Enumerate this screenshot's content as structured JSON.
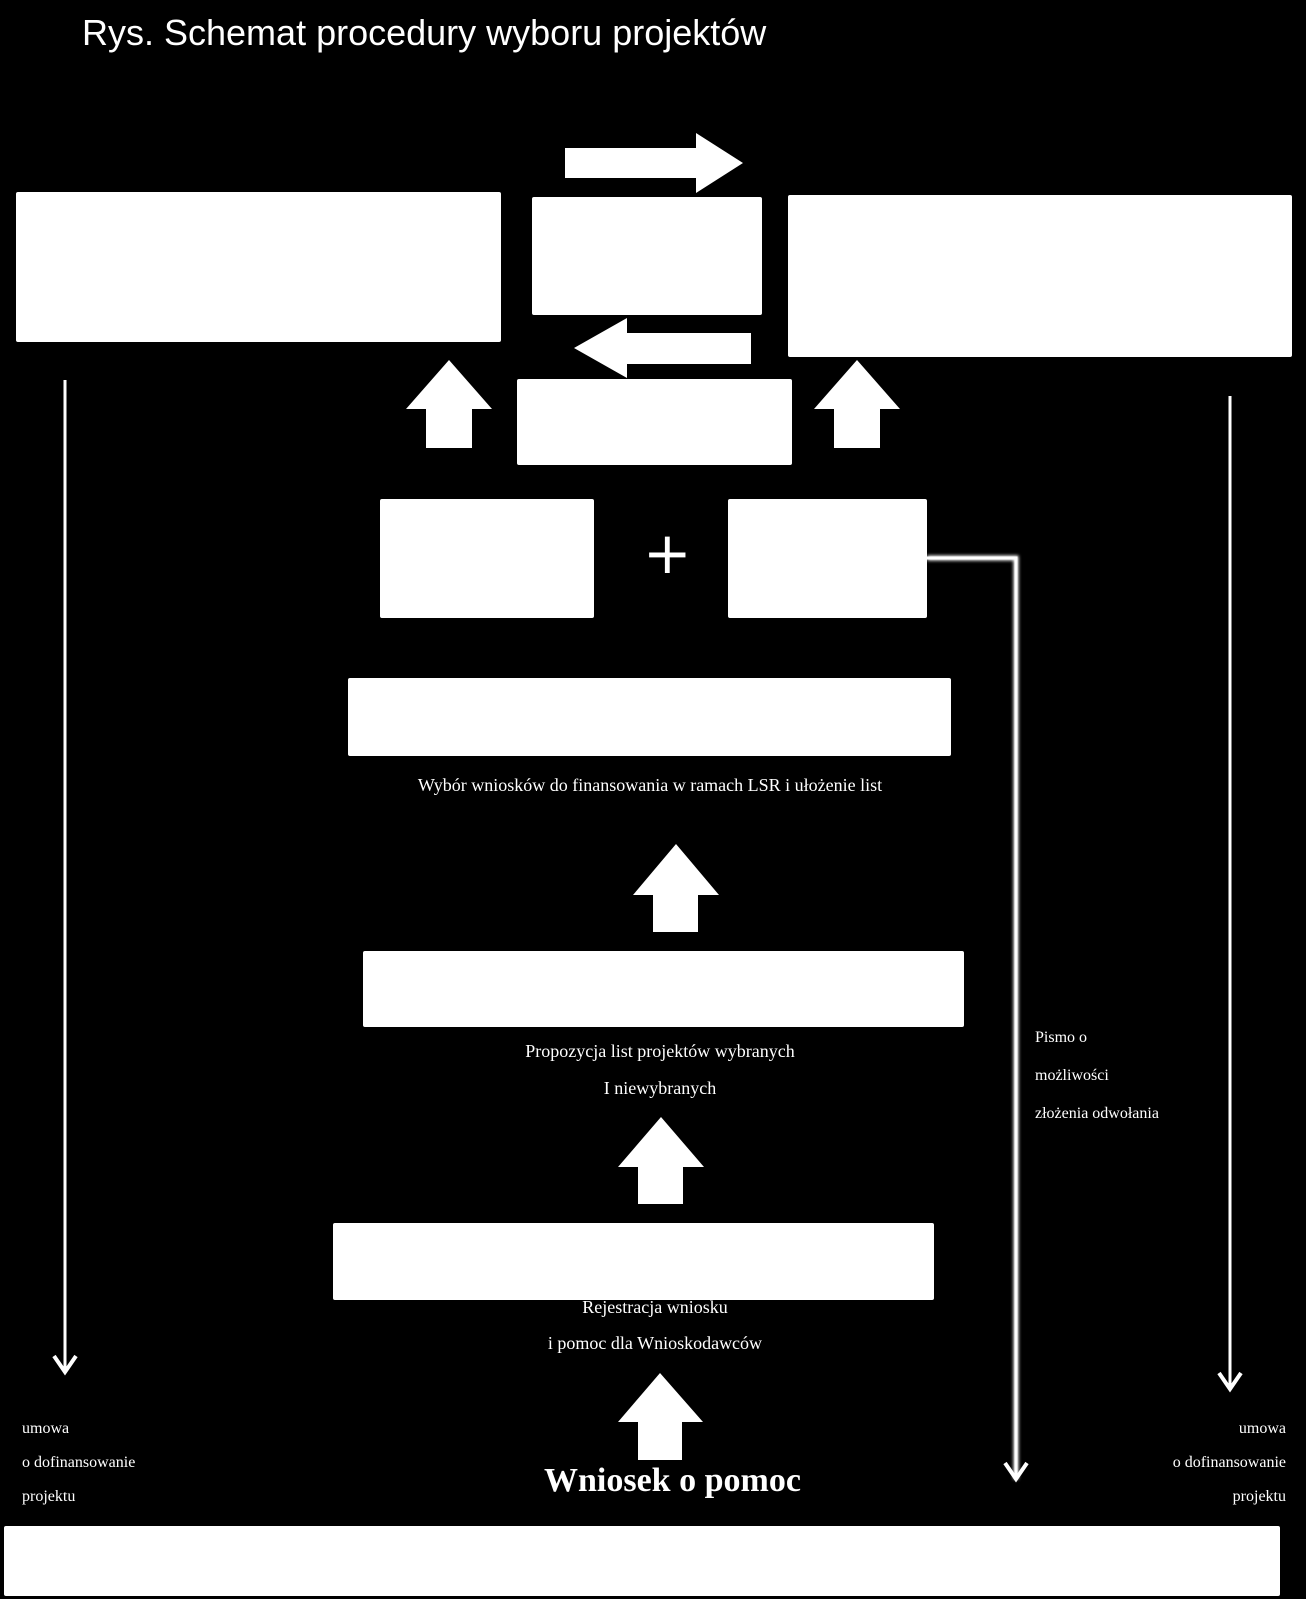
{
  "title": "Rys. Schemat procedury wyboru projektów",
  "labels": {
    "selection": "Wybór wniosków do finansowania w ramach LSR i ułożenie list",
    "proposal_line1": "Propozycja list projektów wybranych",
    "proposal_line2": "I niewybranych",
    "registration_line1": "Rejestracja wniosku",
    "registration_line2": "i pomoc dla Wnioskodawców",
    "application": "Wniosek o pomoc"
  },
  "appeal_note": [
    "Pismo  o",
    "możliwości",
    "złożenia odwołania"
  ],
  "contract_left": [
    "umowa",
    "o dofinansowanie",
    "projektu"
  ],
  "contract_right": [
    "umowa",
    "o dofinansowanie",
    "projektu"
  ],
  "plus_sign": "+",
  "colors": {
    "background": "#000000",
    "foreground": "#ffffff"
  }
}
